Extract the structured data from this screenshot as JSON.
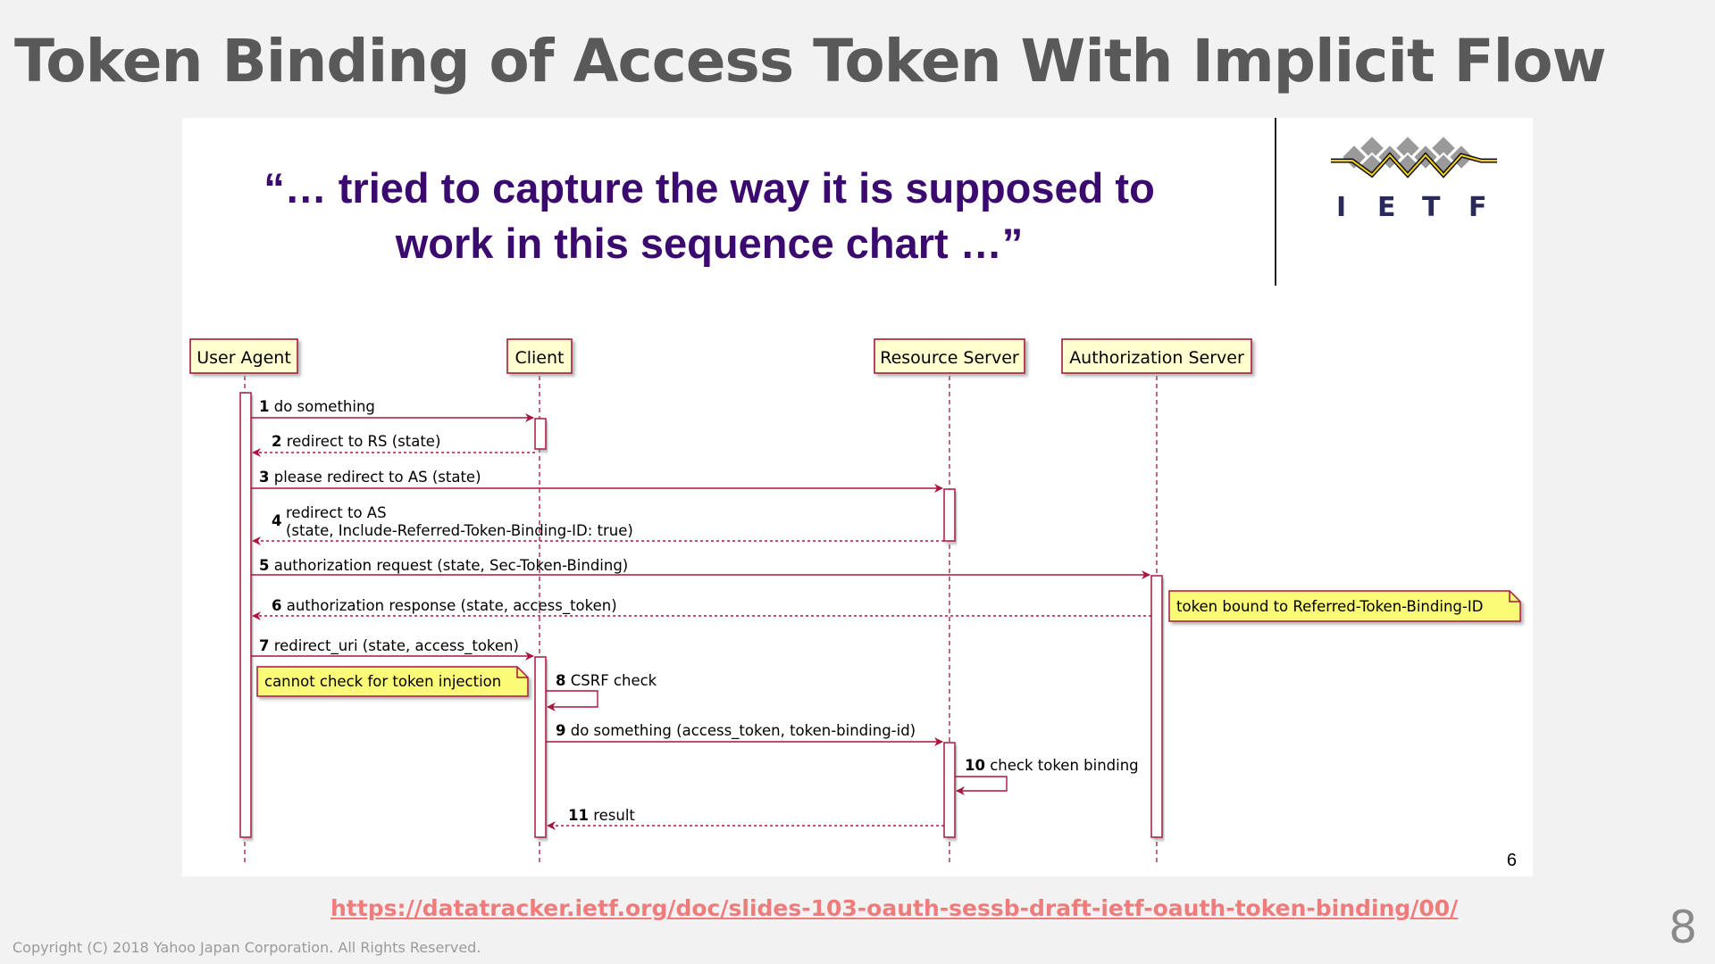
{
  "slide": {
    "title": "Token Binding of Access Token With Implicit Flow",
    "quote_line1": "“… tried to capture the way it is supposed to",
    "quote_line2": "work in this sequence chart …”",
    "inner_slide_number": "6",
    "link": "https://datatracker.ietf.org/doc/slides-103-oauth-sessb-draft-ietf-oauth-token-binding/00/",
    "copyright": "Copyright (C) 2018 Yahoo Japan Corporation. All Rights Reserved.",
    "page_number": "8"
  },
  "logo": {
    "letters": [
      "I",
      "E",
      "T",
      "F"
    ]
  },
  "colors": {
    "title": "#595959",
    "quote": "#3a0a6e",
    "arrow": "#a8163f",
    "participant_fill": "#fefece",
    "note_fill": "#fbfb77",
    "link": "#ef7b7b"
  },
  "diagram": {
    "participants": [
      "User Agent",
      "Client",
      "Resource Server",
      "Authorization Server"
    ],
    "messages": [
      {
        "num": "1",
        "text": "do something"
      },
      {
        "num": "2",
        "text": "redirect to RS (state)"
      },
      {
        "num": "3",
        "text": "please redirect to AS (state)"
      },
      {
        "num": "4",
        "text": "redirect to AS",
        "text2": "(state, Include-Referred-Token-Binding-ID: true)"
      },
      {
        "num": "5",
        "text": "authorization request (state, Sec-Token-Binding)"
      },
      {
        "num": "6",
        "text": "authorization response (state, access_token)"
      },
      {
        "num": "7",
        "text": "redirect_uri (state, access_token)"
      },
      {
        "num": "8",
        "text": "CSRF check"
      },
      {
        "num": "9",
        "text": "do something (access_token, token-binding-id)"
      },
      {
        "num": "10",
        "text": "check token binding"
      },
      {
        "num": "11",
        "text": "result"
      }
    ],
    "notes": [
      {
        "text": "token bound to Referred-Token-Binding-ID"
      },
      {
        "text": "cannot check for token injection"
      }
    ]
  }
}
